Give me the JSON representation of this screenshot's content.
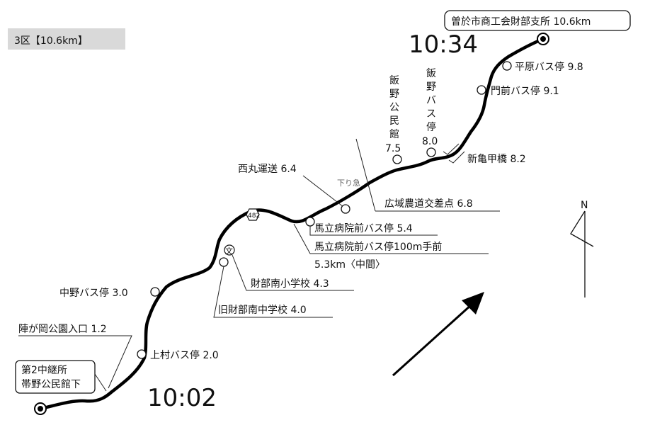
{
  "section_badge": "3区【10.6km】",
  "times": {
    "start": "10:02",
    "finish": "10:34"
  },
  "finish": {
    "label": "曽於市商工会財部支所 10.6km"
  },
  "start": {
    "line1": "第2中継所",
    "line2": "帯野公民館下"
  },
  "points": {
    "hirabaru": "平原バス停 9.8",
    "monzen": "門前バス停 9.1",
    "shinkame": "新亀甲橋 8.2",
    "iino_bus_chars": [
      "飯",
      "野",
      "バ",
      "ス",
      "停"
    ],
    "iino_bus_km": "8.0",
    "iino_hall_chars": [
      "飯",
      "野",
      "公",
      "民",
      "館"
    ],
    "iino_hall_km": "7.5",
    "kouiki": "広域農道交差点 6.8",
    "nishimaru": "西丸運送 6.4",
    "kudari": "下り急",
    "umatate": "馬立病院前バス停 5.4",
    "umatate100_l1": "馬立病院前バス停100m手前",
    "umatate100_l2": "5.3km〈中間〉",
    "route_no": "482",
    "school_symbol": "文",
    "takarabe_es": "財部南小学校 4.3",
    "old_takarabe_js": "旧財部南中学校 4.0",
    "nakano": "中野バス停 3.0",
    "jingaoka": "陣が岡公園入口 1.2",
    "kamimura": "上村バス停 2.0"
  },
  "compass": {
    "label": "N"
  },
  "colors": {
    "route": "#000000",
    "badge_bg": "#d9d9d9",
    "finish_box": "#ffffff"
  }
}
